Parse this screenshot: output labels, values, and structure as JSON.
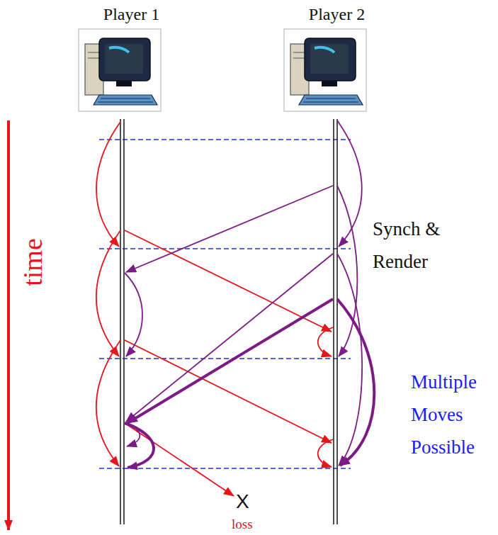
{
  "diagram": {
    "nodes": [
      {
        "text": [
          "Player 1"
        ]
      },
      {
        "text": [
          "Player 2"
        ]
      }
    ],
    "labels": [
      "Synch & Render",
      "Multiple Moves Possible",
      "time",
      "X",
      "loss"
    ]
  }
}
